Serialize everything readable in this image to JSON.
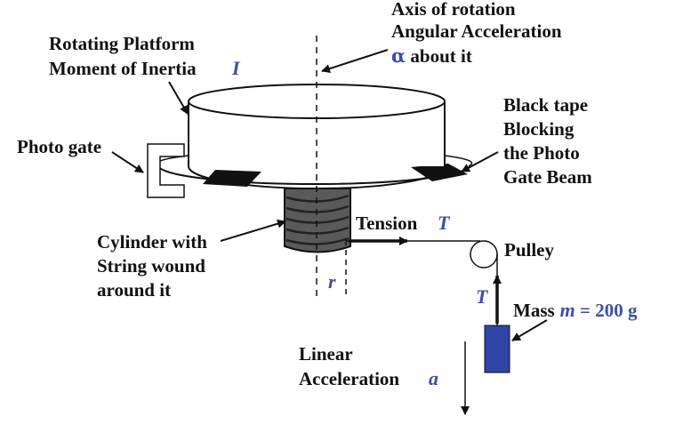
{
  "labels": {
    "axis_line1": "Axis of rotation",
    "axis_line2": "Angular Acceleration",
    "axis_alpha": "α",
    "axis_line3_rest": " about it",
    "platform_line1": "Rotating Platform",
    "platform_line2": "Moment of Inertia",
    "platform_I": "I",
    "photo_gate": "Photo gate",
    "tape_line1": "Black tape",
    "tape_line2": "Blocking",
    "tape_line3": "the Photo",
    "tape_line4": "Gate Beam",
    "cylinder_line1": "Cylinder with",
    "cylinder_line2": "String wound",
    "cylinder_line3": "around it",
    "tension_text": "Tension",
    "tension_T": "T",
    "pulley": "Pulley",
    "T_vertical": "T",
    "r_label": "r",
    "mass_text": "Mass",
    "mass_m": "m",
    "mass_value": " = 200 g",
    "linear_line1": "Linear",
    "linear_line2": "Acceleration",
    "linear_a": "a"
  },
  "colors": {
    "ink": "#111111",
    "variable_blue": "#3c4ea8",
    "mass_fill": "#2f44a6",
    "tape": "#111111",
    "cylinder_fill": "#555555"
  }
}
